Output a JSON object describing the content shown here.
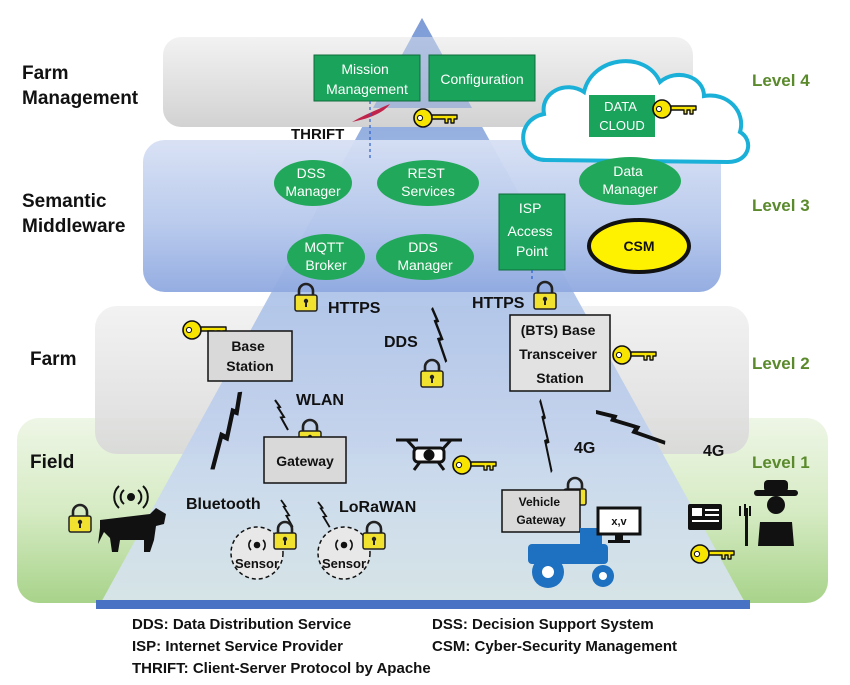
{
  "layers": {
    "farm_management": {
      "line1": "Farm",
      "line2": "Management"
    },
    "semantic_middleware": {
      "line1": "Semantic",
      "line2": "Middleware"
    },
    "farm": "Farm",
    "field": "Field"
  },
  "levels": {
    "level4": "Level 4",
    "level3": "Level 3",
    "level2": "Level 2",
    "level1": "Level 1"
  },
  "boxes": {
    "mission_management": {
      "line1": "Mission",
      "line2": "Management"
    },
    "configuration": "Configuration",
    "isp_access_point": {
      "line1": "ISP",
      "line2": "Access",
      "line3": "Point"
    },
    "base_station": {
      "line1": "Base",
      "line2": "Station"
    },
    "bts": {
      "line1": "(BTS) Base",
      "line2": "Transceiver",
      "line3": "Station"
    },
    "gateway": "Gateway",
    "vehicle_gateway": {
      "line1": "Vehicle",
      "line2": "Gateway"
    }
  },
  "ellipses": {
    "dss_manager_top": {
      "line1": "DSS",
      "line2": "Manager"
    },
    "rest_services": {
      "line1": "REST",
      "line2": "Services"
    },
    "mqtt_broker": {
      "line1": "MQTT",
      "line2": "Broker"
    },
    "dds_manager": {
      "line1": "DDS",
      "line2": "Manager"
    },
    "data_manager": {
      "line1": "Data",
      "line2": "Manager"
    },
    "csm": "CSM"
  },
  "cloud": {
    "line1": "DATA",
    "line2": "CLOUD"
  },
  "protocols": {
    "thrift": "THRIFT",
    "https_left": "HTTPS",
    "https_right": "HTTPS",
    "dds": "DDS",
    "wlan": "WLAN",
    "bluetooth": "Bluetooth",
    "lorawan": "LoRaWAN",
    "4g_left": "4G",
    "4g_right": "4G"
  },
  "sensors": {
    "left": "Sensor",
    "right": "Sensor"
  },
  "monitor_text": "x,v",
  "legend": {
    "dds": "DDS: Data Distribution Service",
    "dss": "DSS: Decision Support System",
    "isp": "ISP: Internet Service Provider",
    "csm": "CSM: Cyber-Security Management",
    "thrift": "THRIFT: Client-Server Protocol by Apache"
  },
  "colors": {
    "green_box": "#1aa35a",
    "green_ellipse": "#22a85a",
    "level_text": "#5a8a2c",
    "key_yellow": "#f7e400",
    "lock_yellow": "#f2e230",
    "cloud_stroke": "#1ab0d8",
    "tractor_blue": "#1e70c0",
    "pyramid_blue": "#4872c4"
  }
}
